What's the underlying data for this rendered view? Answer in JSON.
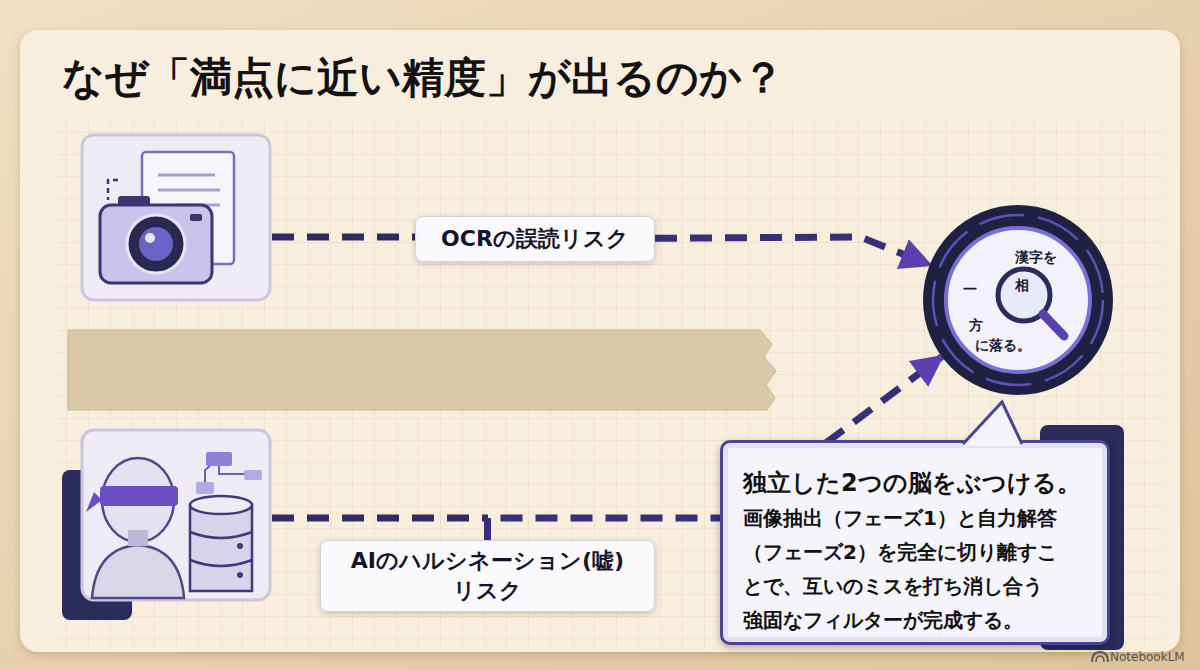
{
  "diagram": {
    "title": "なぜ「満点に近い精度」が出るのか？",
    "nodes": [
      {
        "text": [
          "OCRの誤読リスク"
        ]
      },
      {
        "text": [
          "AIのハルシネーション(嘘) リスク"
        ]
      },
      {
        "text": [
          "漢字を",
          "一",
          "相",
          "方",
          "に落る。"
        ]
      },
      {
        "text": [
          "独立した2つの脳をぶつける。",
          "画像抽出（フェーズ1）と自力解答 （フェーズ2）を完全に切り離すこ とで、互いのミスを打ち消し合う 強固なフィルターが完成する。"
        ]
      }
    ],
    "edges": [
      {
        "from": 0,
        "to": 2,
        "arrow": "to"
      },
      {
        "from": 1,
        "to": 2,
        "arrow": "to"
      }
    ],
    "labels": [
      "NotebookLM"
    ]
  }
}
